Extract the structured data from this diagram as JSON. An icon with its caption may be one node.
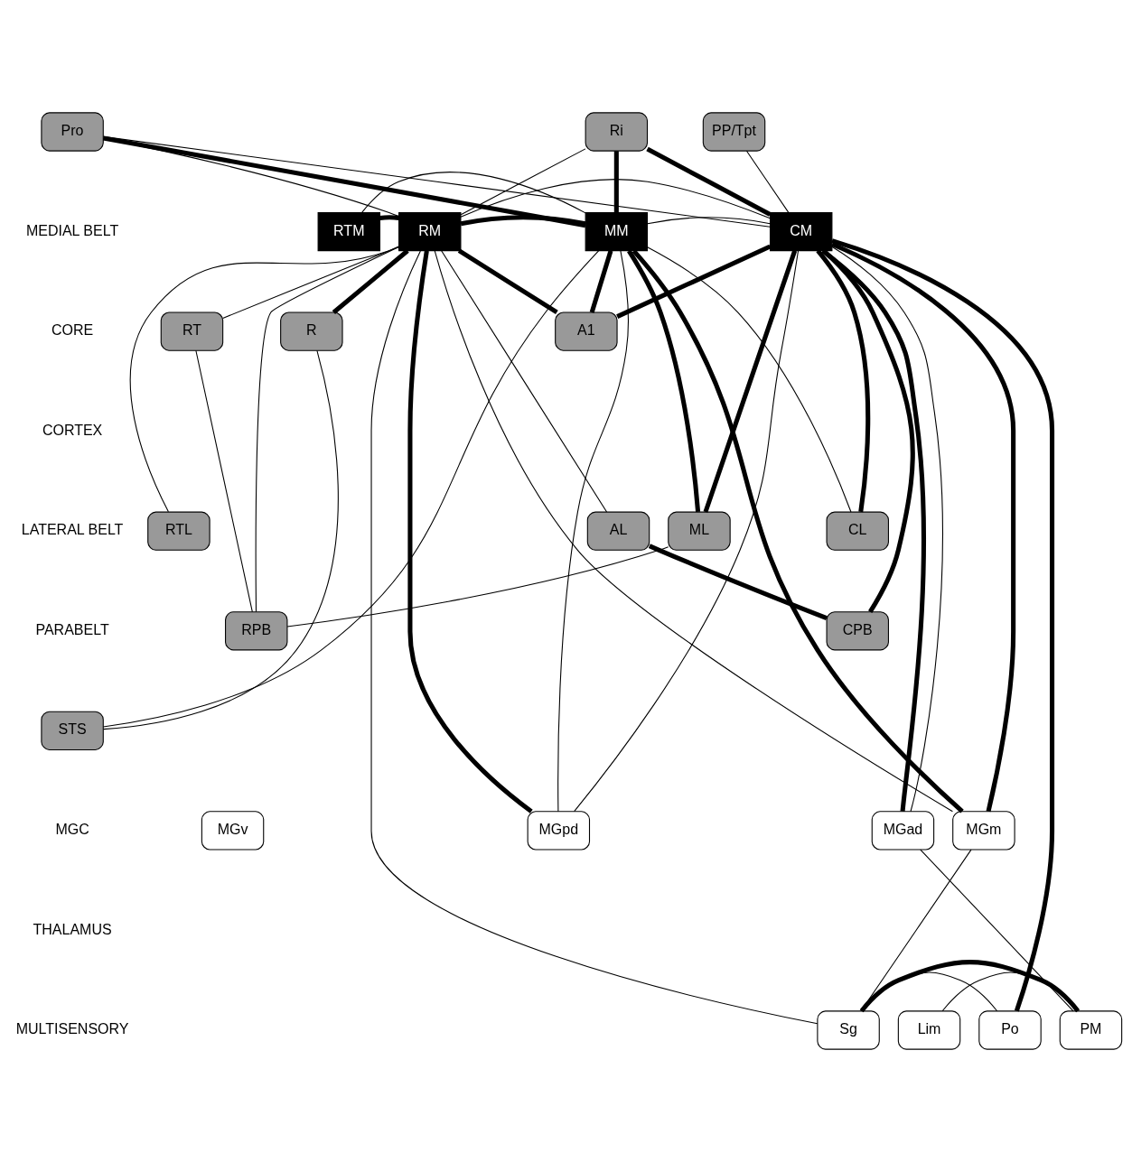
{
  "diagram": {
    "nodes": [
      {
        "text": [
          "Pro"
        ]
      },
      {
        "text": [
          "Ri"
        ]
      },
      {
        "text": [
          "PP/Tpt"
        ]
      },
      {
        "text": [
          "RTM"
        ]
      },
      {
        "text": [
          "RM"
        ]
      },
      {
        "text": [
          "MM"
        ]
      },
      {
        "text": [
          "CM"
        ]
      },
      {
        "text": [
          "RT"
        ]
      },
      {
        "text": [
          "R"
        ]
      },
      {
        "text": [
          "A1"
        ]
      },
      {
        "text": [
          "RTL"
        ]
      },
      {
        "text": [
          "AL"
        ]
      },
      {
        "text": [
          "ML"
        ]
      },
      {
        "text": [
          "CL"
        ]
      },
      {
        "text": [
          "RPB"
        ]
      },
      {
        "text": [
          "CPB"
        ]
      },
      {
        "text": [
          "STS"
        ]
      },
      {
        "text": [
          "MGv"
        ]
      },
      {
        "text": [
          "MGpd"
        ]
      },
      {
        "text": [
          "MGad"
        ]
      },
      {
        "text": [
          "MGm"
        ]
      },
      {
        "text": [
          "Sg"
        ]
      },
      {
        "text": [
          "Lim"
        ]
      },
      {
        "text": [
          "Po"
        ]
      },
      {
        "text": [
          "PM"
        ]
      }
    ],
    "edges": [
      {
        "from": 0,
        "to": 5,
        "arrow": "none",
        "style": "thick"
      },
      {
        "from": 0,
        "to": 6,
        "arrow": "none"
      },
      {
        "from": 0,
        "to": 4,
        "arrow": "none"
      },
      {
        "from": 1,
        "to": 5,
        "arrow": "none",
        "style": "thick"
      },
      {
        "from": 1,
        "to": 6,
        "arrow": "none",
        "style": "thick"
      },
      {
        "from": 1,
        "to": 4,
        "arrow": "none"
      },
      {
        "from": 2,
        "to": 6,
        "arrow": "none"
      },
      {
        "from": 3,
        "to": 5,
        "arrow": "none"
      },
      {
        "from": 3,
        "to": 4,
        "arrow": "none",
        "style": "thick"
      },
      {
        "from": 4,
        "to": 5,
        "arrow": "none",
        "style": "thick"
      },
      {
        "from": 5,
        "to": 6,
        "arrow": "none"
      },
      {
        "from": 4,
        "to": 6,
        "arrow": "none"
      },
      {
        "from": 4,
        "to": 7,
        "arrow": "none"
      },
      {
        "from": 4,
        "to": 8,
        "arrow": "none",
        "style": "thick"
      },
      {
        "from": 4,
        "to": 9,
        "arrow": "none",
        "style": "thick"
      },
      {
        "from": 5,
        "to": 9,
        "arrow": "none",
        "style": "thick"
      },
      {
        "from": 6,
        "to": 9,
        "arrow": "none",
        "style": "thick"
      },
      {
        "from": 4,
        "to": 10,
        "arrow": "none"
      },
      {
        "from": 4,
        "to": 11,
        "arrow": "none"
      },
      {
        "from": 4,
        "to": 14,
        "arrow": "none"
      },
      {
        "from": 7,
        "to": 14,
        "arrow": "none"
      },
      {
        "from": 8,
        "to": 16,
        "arrow": "none"
      },
      {
        "from": 5,
        "to": 12,
        "arrow": "none",
        "style": "thick"
      },
      {
        "from": 11,
        "to": 15,
        "arrow": "none",
        "style": "thick"
      },
      {
        "from": 5,
        "to": 13,
        "arrow": "none"
      },
      {
        "from": 6,
        "to": 12,
        "arrow": "none",
        "style": "thick"
      },
      {
        "from": 6,
        "to": 15,
        "arrow": "none",
        "style": "thick"
      },
      {
        "from": 6,
        "to": 13,
        "arrow": "none",
        "style": "thick"
      },
      {
        "from": 12,
        "to": 14,
        "arrow": "none"
      },
      {
        "from": 5,
        "to": 16,
        "arrow": "none"
      },
      {
        "from": 4,
        "to": 18,
        "arrow": "none",
        "style": "thick"
      },
      {
        "from": 4,
        "to": 20,
        "arrow": "none"
      },
      {
        "from": 4,
        "to": 21,
        "arrow": "none"
      },
      {
        "from": 5,
        "to": 18,
        "arrow": "none"
      },
      {
        "from": 6,
        "to": 19,
        "arrow": "none",
        "style": "thick"
      },
      {
        "from": 6,
        "to": 20,
        "arrow": "none",
        "style": "thick"
      },
      {
        "from": 6,
        "to": 23,
        "arrow": "none",
        "style": "thick"
      },
      {
        "from": 6,
        "to": 19,
        "arrow": "none"
      },
      {
        "from": 6,
        "to": 18,
        "arrow": "none"
      },
      {
        "from": 5,
        "to": 20,
        "arrow": "none",
        "style": "thick"
      },
      {
        "from": 20,
        "to": 21,
        "arrow": "none"
      },
      {
        "from": 21,
        "to": 24,
        "arrow": "none",
        "style": "thick"
      },
      {
        "from": 22,
        "to": 24,
        "arrow": "none"
      },
      {
        "from": 23,
        "to": 21,
        "arrow": "none"
      },
      {
        "from": 19,
        "to": 24,
        "arrow": "none"
      }
    ],
    "labels": [
      "MEDIAL BELT",
      "CORE",
      "CORTEX",
      "LATERAL BELT",
      "PARABELT",
      "MGC",
      "THALAMUS",
      "MULTISENSORY"
    ]
  }
}
